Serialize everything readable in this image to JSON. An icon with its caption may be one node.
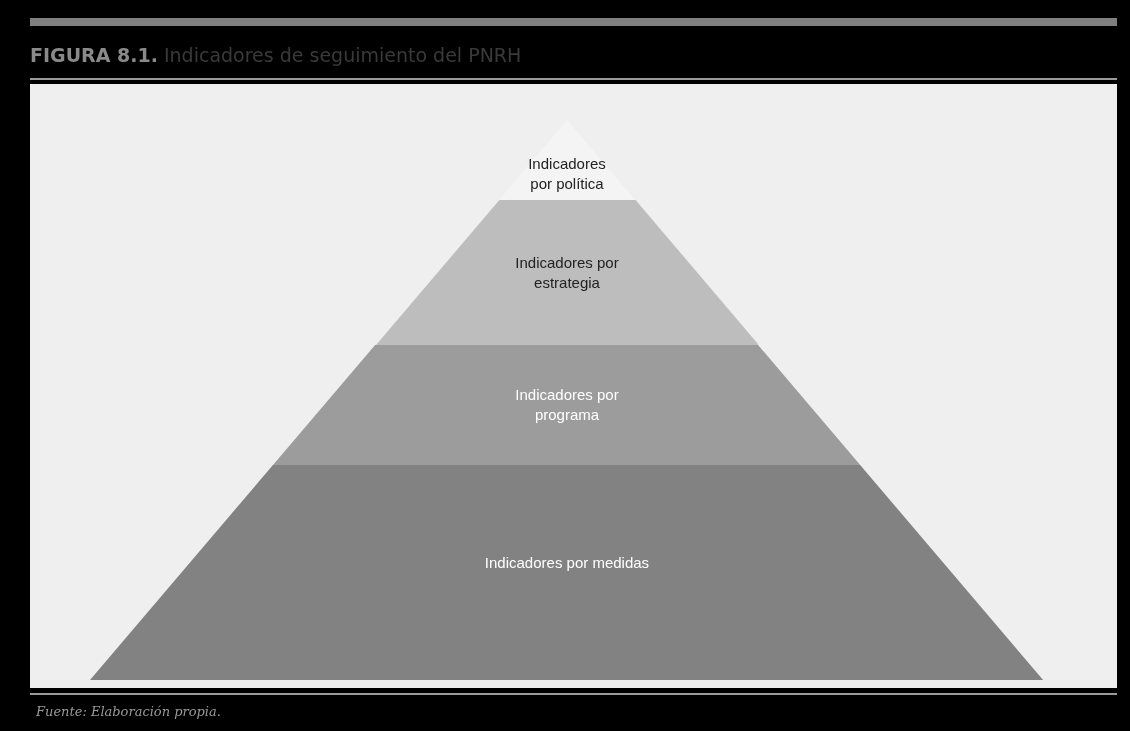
{
  "diagram": {
    "title": "**FIGURA 8.1.** Indicadores de seguimiento del PNRH",
    "caption": "Fuente: Elaboración propia.",
    "nodes": [
      {
        "text": [
          "Indicadores por política"
        ]
      },
      {
        "text": [
          "Indicadores por estrategia"
        ]
      },
      {
        "text": [
          "Indicadores por programa"
        ]
      },
      {
        "text": [
          "Indicadores por medidas"
        ]
      }
    ]
  }
}
